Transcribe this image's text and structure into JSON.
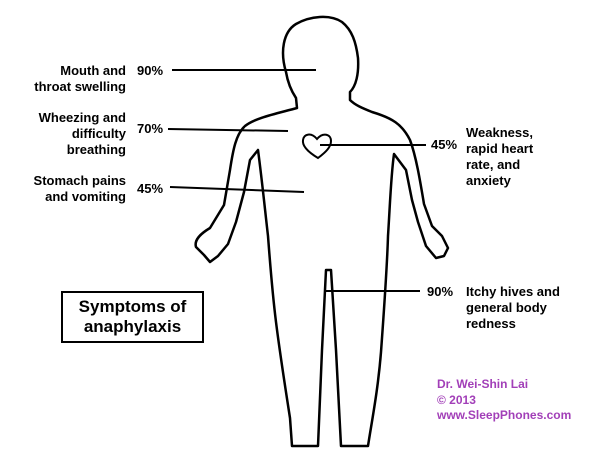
{
  "title": [
    "Symptoms of",
    "anaphylaxis"
  ],
  "symptoms": [
    {
      "label": [
        "Mouth and",
        "throat swelling"
      ],
      "percent": "90%"
    },
    {
      "label": [
        "Wheezing and",
        "difficulty",
        "breathing"
      ],
      "percent": "70%"
    },
    {
      "label": [
        "Stomach pains",
        "and vomiting"
      ],
      "percent": "45%"
    },
    {
      "label": [
        "Weakness,",
        "rapid heart",
        "rate, and",
        "anxiety"
      ],
      "percent": "45%"
    },
    {
      "label": [
        "Itchy hives and",
        "general body",
        "redness"
      ],
      "percent": "90%"
    }
  ],
  "credit": {
    "lines": [
      "Dr. Wei-Shin Lai",
      "© 2013",
      "www.SleepPhones.com"
    ],
    "color": "#a23fb8"
  },
  "colors": {
    "line": "#000000",
    "background": "#ffffff"
  },
  "icons": {
    "heart": "heart-icon",
    "body": "human-body-outline"
  }
}
